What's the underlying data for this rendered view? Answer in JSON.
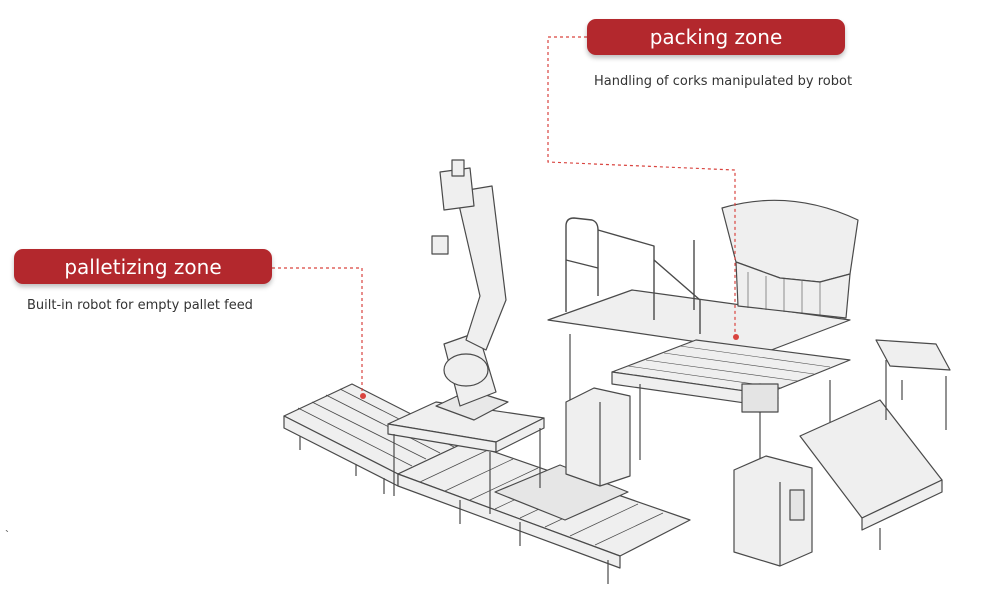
{
  "colors": {
    "accent": "#b3282d",
    "line": "#4a4a4a",
    "fill": "#efefef"
  },
  "zones": {
    "packing": {
      "title": "packing zone",
      "description": "Handling of corks manipulated by robot"
    },
    "palletizing": {
      "title": "palletizing zone",
      "description": "Built-in robot for empty pallet feed"
    }
  },
  "stray_mark": "`"
}
